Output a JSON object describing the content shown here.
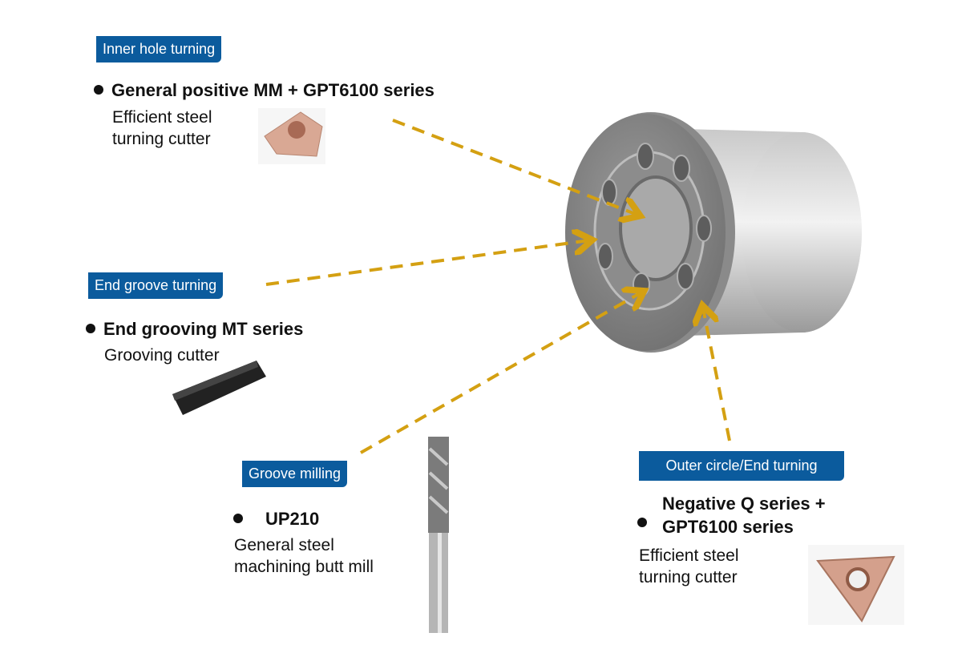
{
  "colors": {
    "badge": "#0b5b9d",
    "arrow": "#d4a012"
  },
  "callouts": [
    {
      "badge": "Inner hole turning",
      "title": "General positive MM + GPT6100 series",
      "desc_lines": [
        "Efficient steel",
        "turning cutter"
      ]
    },
    {
      "badge": "End groove turning",
      "title": "End grooving MT series",
      "desc_lines": [
        "Grooving cutter"
      ]
    },
    {
      "badge": "Groove milling",
      "title": "UP210",
      "desc_lines": [
        "General steel",
        "machining butt mill"
      ]
    },
    {
      "badge": "Outer circle/End turning",
      "title_lines": [
        "Negative Q series +",
        "GPT6100 series"
      ],
      "desc_lines": [
        "Efficient steel",
        "turning cutter"
      ]
    }
  ]
}
